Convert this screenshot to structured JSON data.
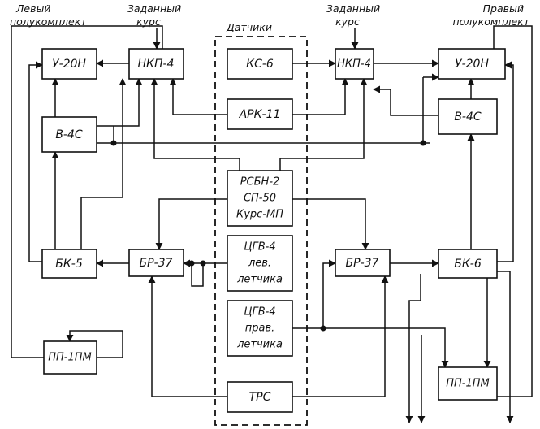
{
  "captions": {
    "left_half_1": "Левый",
    "left_half_2": "полукомплект",
    "set_course_1": "Заданный",
    "set_course_2": "курс",
    "sensors": "Датчики",
    "right_half_1": "Правый",
    "right_half_2": "полукомплект"
  },
  "blocks": {
    "u20n_left": "У-20Н",
    "nkp4_left": "НКП-4",
    "ks6": "КС-6",
    "nkp4_right": "НКП-4",
    "u20n_right": "У-20Н",
    "ark11": "АРК-11",
    "v4s_left": "В-4С",
    "v4s_right": "В-4С",
    "rsbn": [
      "РСБН-2",
      "СП-50",
      "Курс-МП"
    ],
    "bk5": "БК-5",
    "br37_left": "БР-37",
    "tsgv_left": [
      "ЦГВ-4",
      "лев.",
      "летчика"
    ],
    "br37_right": "БР-37",
    "bk6": "БК-6",
    "tsgv_right": [
      "ЦГВ-4",
      "прав.",
      "летчика"
    ],
    "pp1pm_left": "ПП-1ПМ",
    "trs": "ТРС",
    "pp1pm_right": "ПП-1ПМ"
  }
}
